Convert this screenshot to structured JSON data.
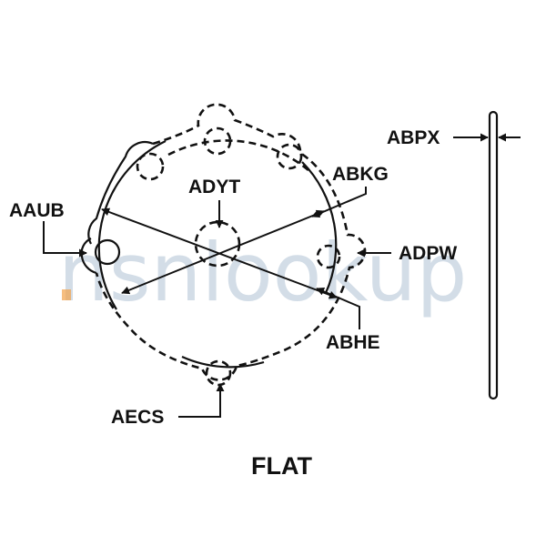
{
  "title": "FLAT",
  "watermark": "nsnlookup",
  "labels": {
    "aaub": "AAUB",
    "adyt": "ADYT",
    "abkg": "ABKG",
    "adpw": "ADPW",
    "abhe": "ABHE",
    "aecs": "AECS",
    "abpx": "ABPX"
  }
}
